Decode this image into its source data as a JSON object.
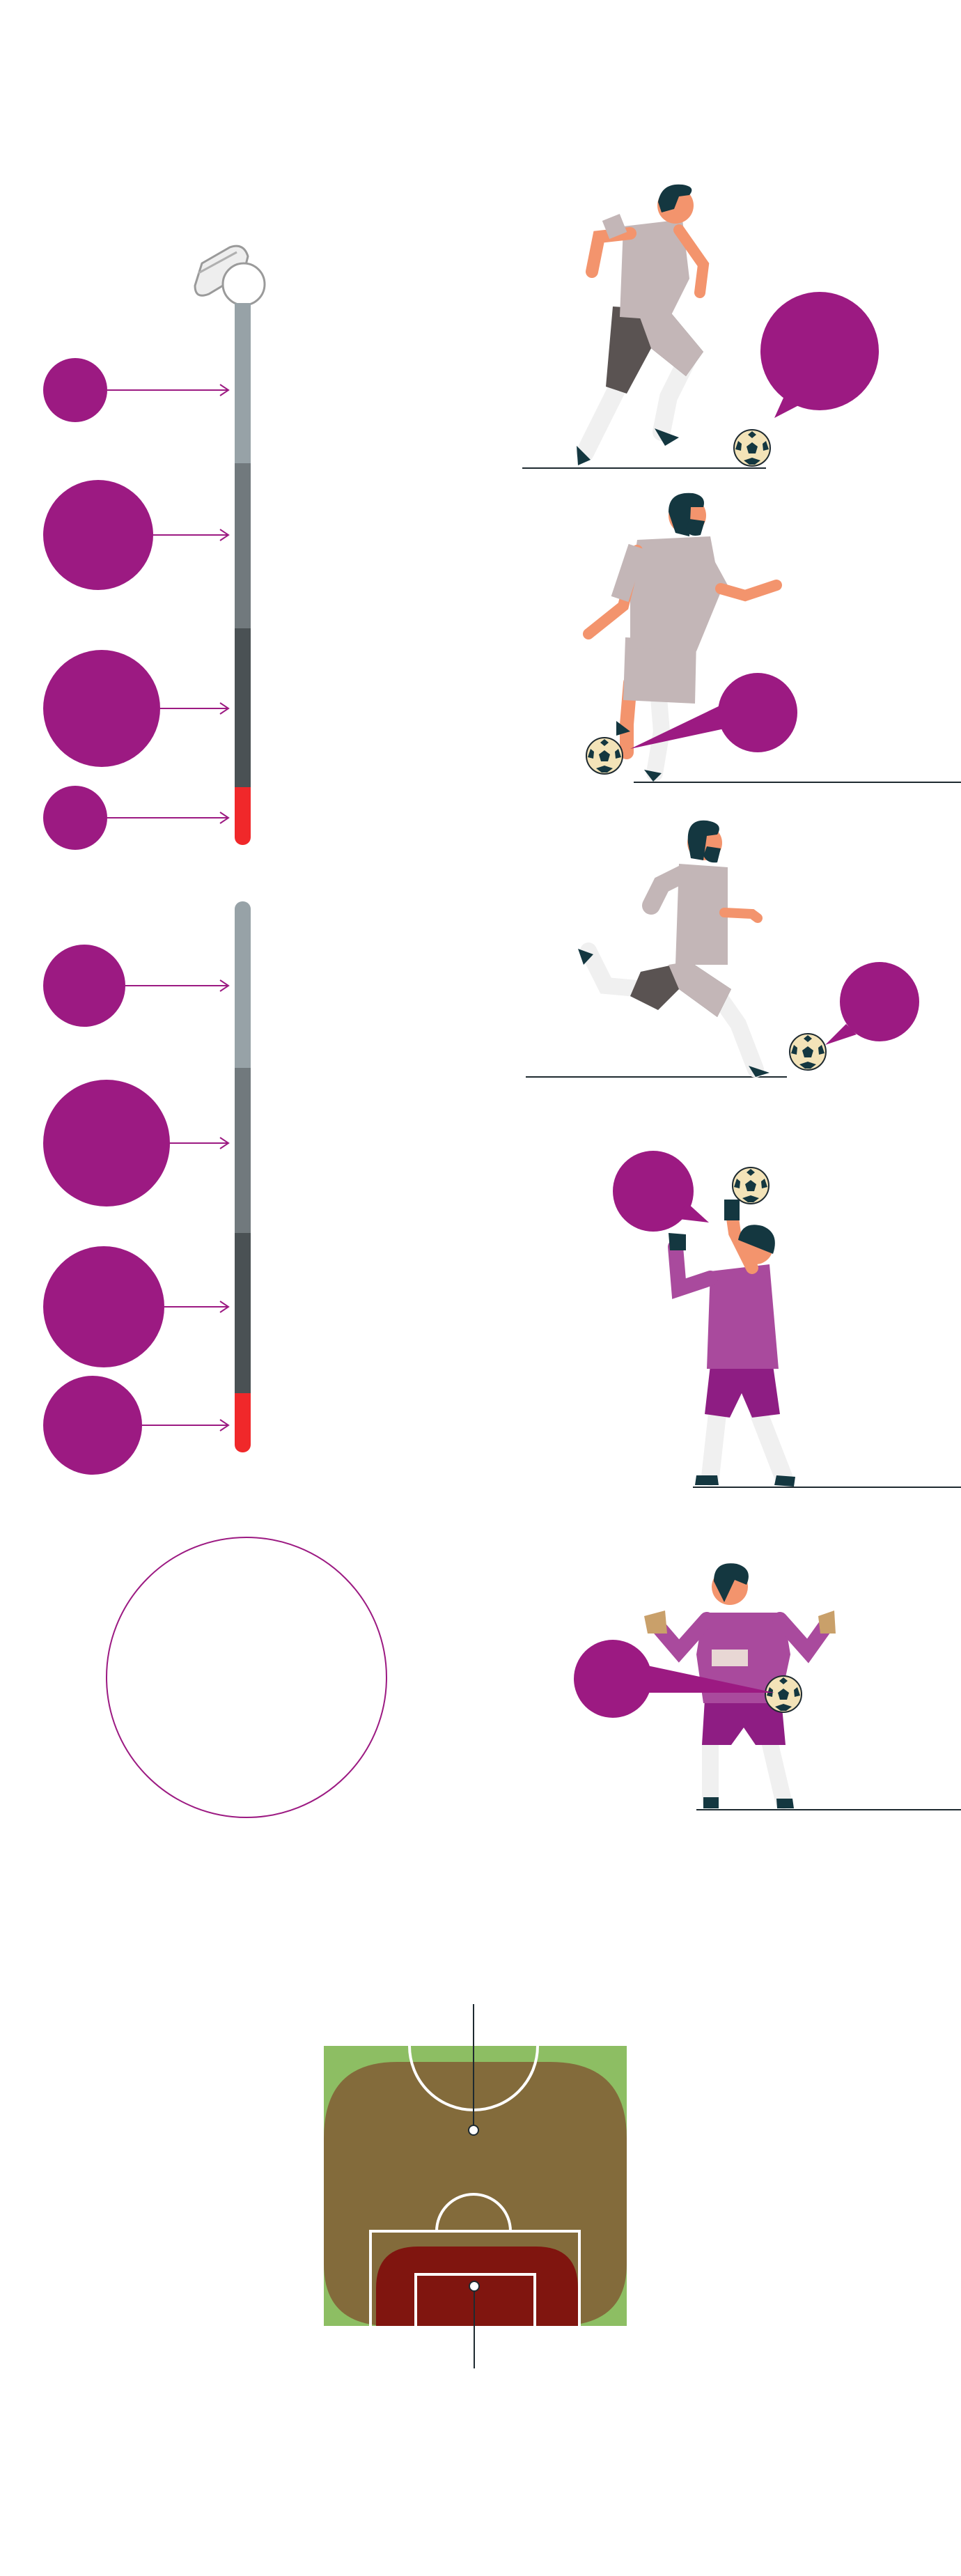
{
  "colors": {
    "accent": "#9c1a82",
    "bar_light": "#97a2a7",
    "bar_mid": "#71797d",
    "bar_dark": "#4a5154",
    "bar_end": "#f0282a",
    "ground": "#1e2a30",
    "skin": "#f3946d",
    "hair": "#143740",
    "jersey": "#c3b6b7",
    "shorts": "#5a5352",
    "keeper_jersey": "#a94a9d",
    "keeper_shorts": "#8e1d83",
    "pitch_green": "#8dbe63",
    "pitch_brown": "#836b3b",
    "pitch_red": "#80150f"
  },
  "timelines": [
    {
      "name": "timeline-1",
      "has_whistle": true,
      "segments": 4,
      "markers": 4
    },
    {
      "name": "timeline-2",
      "has_whistle": false,
      "segments": 4,
      "markers": 4
    }
  ],
  "figures": [
    {
      "name": "player-sprinting",
      "role": "outfield"
    },
    {
      "name": "player-dribbling",
      "role": "outfield"
    },
    {
      "name": "player-kicking",
      "role": "outfield"
    },
    {
      "name": "goalkeeper-catching",
      "role": "goalkeeper"
    },
    {
      "name": "goalkeeper-saving",
      "role": "goalkeeper"
    }
  ],
  "icons": [
    "whistle-icon",
    "soccer-ball-icon",
    "speech-bubble-icon"
  ],
  "pitch": {
    "zones": [
      "outer",
      "middle",
      "inner"
    ]
  }
}
